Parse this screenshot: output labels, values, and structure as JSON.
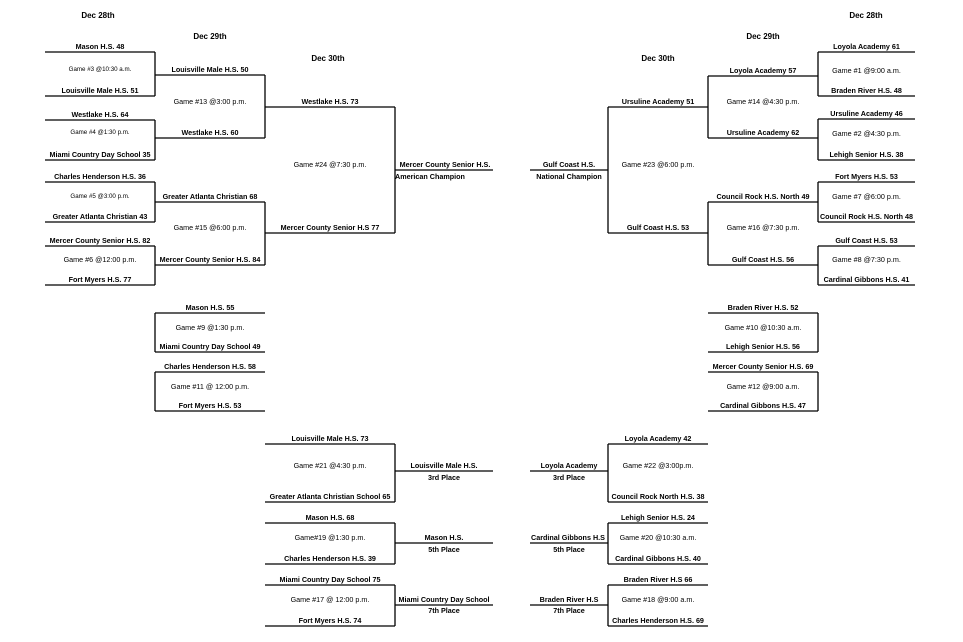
{
  "dates": {
    "d28": "Dec 28th",
    "d29": "Dec 29th",
    "d30": "Dec 30th"
  },
  "left": {
    "r1": [
      {
        "top": "Mason H.S. 48",
        "game": "Game #3   @10:30 a.m.",
        "bottom": "Louisville Male H.S. 51"
      },
      {
        "top": "Westlake H.S. 64",
        "game": "Game #4     @1:30 p.m.",
        "bottom": "Miami Country Day School 35"
      },
      {
        "top": "Charles Henderson H.S. 36",
        "game": "Game #5     @3:00 p.m.",
        "bottom": "Greater Atlanta Christian 43"
      },
      {
        "top": "Mercer County Senior H.S. 82",
        "game": "Game #6     @12:00 p.m.",
        "bottom": "Fort Myers H.S. 77"
      }
    ],
    "r2": [
      {
        "top": "Louisville Male H.S. 50",
        "game": "Game #13  @3:00 p.m.",
        "bottom": "Westlake H.S. 60"
      },
      {
        "top": "Greater Atlanta Christian 68",
        "game": "Game #15    @6:00 p.m.",
        "bottom": "Mercer County Senior H.S. 84"
      }
    ],
    "r3": {
      "top": "Westlake H.S. 73",
      "game": "Game #24    @7:30 p.m.",
      "bottom": "Mercer County Senior H.S 77"
    },
    "champ": {
      "name": "Mercer County Senior H.S.",
      "title": "American Champion"
    },
    "consol": [
      {
        "top": "Mason H.S. 55",
        "game": "Game #9    @1:30 p.m.",
        "bottom": "Miami Country Day School 49"
      },
      {
        "top": "Charles Henderson H.S. 58",
        "game": "Game #11  @ 12:00 p.m.",
        "bottom": "Fort Myers H.S. 53"
      }
    ]
  },
  "right": {
    "r1": [
      {
        "top": "Loyola Academy 61",
        "game": "Game #1    @9:00 a.m.",
        "bottom": "Braden River H.S. 48"
      },
      {
        "top": "Ursuline Academy 46",
        "game": "Game #2    @4:30 p.m.",
        "bottom": "Lehigh Senior H.S. 38"
      },
      {
        "top": "Fort Myers H.S. 53",
        "game": "Game #7     @6:00 p.m.",
        "bottom": "Council Rock H.S. North 48"
      },
      {
        "top": "Gulf Coast H.S. 53",
        "game": "Game #8 @7:30 p.m.",
        "bottom": "Cardinal Gibbons H.S. 41"
      }
    ],
    "r2": [
      {
        "top": "Loyola Academy 57",
        "game": "Game #14 @4:30 p.m.",
        "bottom": "Ursuline Academy 62"
      },
      {
        "top": "Council Rock H.S. North 49",
        "game": "Game #16   @7:30 p.m.",
        "bottom": "Gulf Coast H.S. 56"
      }
    ],
    "r3": {
      "top": "Ursuline Academy 51",
      "game": "Game #23 @6:00 p.m.",
      "bottom": "Gulf Coast H.S. 53"
    },
    "champ": {
      "name": "Gulf Coast H.S.",
      "title": "National Champion"
    },
    "consol": [
      {
        "top": "Braden River H.S. 52",
        "game": "Game #10  @10:30 a.m.",
        "bottom": "Lehigh Senior H.S. 56"
      },
      {
        "top": "Mercer County Senior H.S. 69",
        "game": "Game #12     @9:00 a.m.",
        "bottom": "Cardinal Gibbons H.S. 47"
      }
    ]
  },
  "placement_left": [
    {
      "top": "Louisville Male H.S. 73",
      "game": "Game #21 @4:30 p.m.",
      "bottom": "Greater Atlanta Christian School 65",
      "winner": "Louisville Male H.S.",
      "place": "3rd Place"
    },
    {
      "top": "Mason H.S. 68",
      "game": "Game#19  @1:30 p.m.",
      "bottom": "Charles Henderson H.S. 39",
      "winner": "Mason H.S.",
      "place": "5th Place"
    },
    {
      "top": "Miami Country Day School 75",
      "game": "Game #17 @ 12:00 p.m.",
      "bottom": "Fort Myers H.S. 74",
      "winner": "Miami Country Day School",
      "place": "7th Place"
    }
  ],
  "placement_right": [
    {
      "top": "Loyola Academy 42",
      "game": "Game #22  @3:00p.m.",
      "bottom": "Council Rock North H.S. 38",
      "winner": "Loyola Academy",
      "place": "3rd Place"
    },
    {
      "top": "Lehigh Senior H.S. 24",
      "game": "Game #20  @10:30 a.m.",
      "bottom": "Cardinal Gibbons H.S. 40",
      "winner": "Cardinal Gibbons H.S",
      "place": "5th Place"
    },
    {
      "top": "Braden River H.S 66",
      "game": "Game #18   @9:00 a.m.",
      "bottom": "Charles Henderson H.S. 69",
      "winner": "Braden River H.S",
      "place": "7th Place"
    }
  ]
}
